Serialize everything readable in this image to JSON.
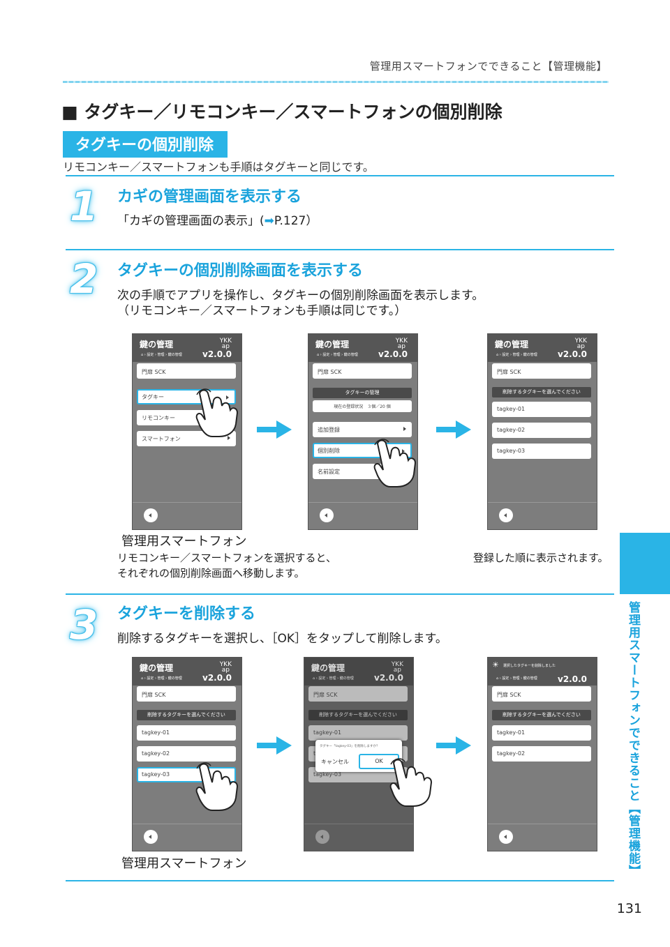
{
  "header": {
    "title": "管理用スマートフォンでできること【管理機能】"
  },
  "main_title": "■ タグキー／リモコンキー／スマートフォンの個別削除",
  "section_label": "タグキーの個別削除",
  "intro": "リモコンキー／スマートフォンも手順はタグキーと同じです。",
  "steps": [
    {
      "number": "1",
      "title": "カギの管理画面を表示する",
      "body_prefix": "「カギの管理画面の表示」(",
      "body_ref": "P.127",
      "body_suffix": "）"
    },
    {
      "number": "2",
      "title": "タグキーの個別削除画面を表示する",
      "body_line1": "次の手順でアプリを操作し、タグキーの個別削除画面を表示します。",
      "body_line2": "（リモコンキー／スマートフォンも手順は同じです。）"
    },
    {
      "number": "3",
      "title": "タグキーを削除する",
      "body_line1": "削除するタグキーを選択し、［OK］をタップして削除します。"
    }
  ],
  "phone_common": {
    "title": "鍵の管理",
    "logo_top": "YKK",
    "logo_bottom": "ap",
    "crumb": "⌂ › 設定 › 管理 › 鍵の管理",
    "version": "v2.0.0",
    "door": "門扉 SCK"
  },
  "screen_a": {
    "items": [
      "タグキー",
      "リモコンキー",
      "スマートフォン"
    ]
  },
  "screen_b": {
    "header_bar": "タグキーの管理",
    "status": "現在の登録状況　３個／20 個",
    "items": [
      "追加登録",
      "個別削除",
      "名前設定"
    ]
  },
  "screen_c": {
    "header_bar": "削除するタグキーを選んでください",
    "items": [
      "tagkey-01",
      "tagkey-02",
      "tagkey-03"
    ]
  },
  "screen_d": {
    "header_bar": "削除するタグキーを選んでください",
    "items": [
      "tagkey-01",
      "tagkey-02",
      "tagkey-03"
    ]
  },
  "screen_e": {
    "header_bar": "削除するタグキーを選んでください",
    "items": [
      "tagkey-01",
      "ta",
      "tagkey-03"
    ],
    "dialog_question": "タグキー「tagkey-03」を削除しますか？",
    "dialog_cancel": "キャンセル",
    "dialog_ok": "OK"
  },
  "screen_f": {
    "notice": "選択したタグキーを削除しました",
    "header_bar": "削除するタグキーを選んでください",
    "items": [
      "tagkey-01",
      "tagkey-02"
    ]
  },
  "captions": {
    "step2_phone": "管理用スマートフォン",
    "step2_note_line1": "リモコンキー／スマートフォンを選択すると、",
    "step2_note_line2": "それぞれの個別削除画面へ移動します。",
    "step2_note_right": "登録した順に表示されます。",
    "step3_phone": "管理用スマートフォン"
  },
  "side_tab_text": "管理用スマートフォンでできること【管理機能】",
  "page_number": "131",
  "colors": {
    "accent": "#2ab4e6",
    "screen_bg": "#7d7d7d"
  }
}
